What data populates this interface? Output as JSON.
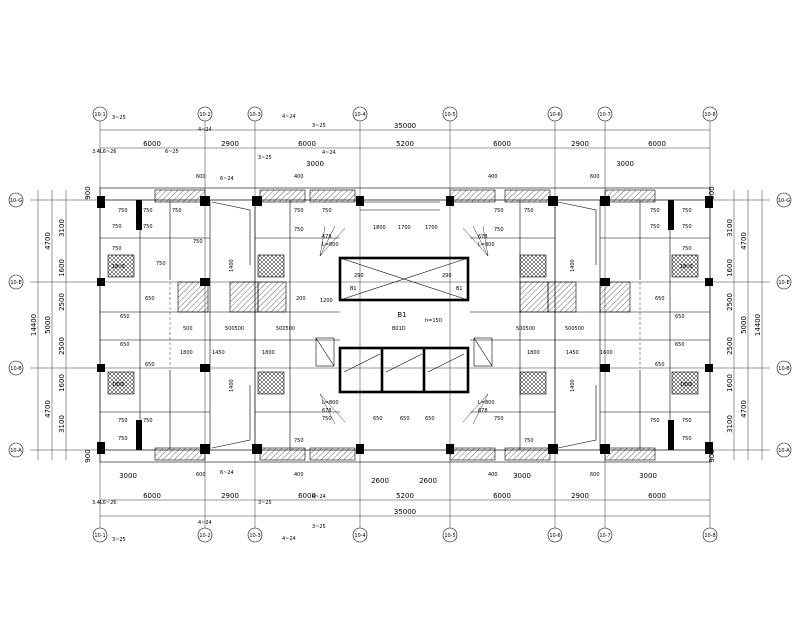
{
  "axes_top": [
    "10-1",
    "10-2",
    "10-3",
    "10-4",
    "10-5",
    "10-6",
    "10-7",
    "10-8"
  ],
  "axes_side": [
    "10-G",
    "10-E",
    "10-B",
    "10-A"
  ],
  "dims_total_h": "35000",
  "dims_top": [
    "6000",
    "2900",
    "6000",
    "5200",
    "6000",
    "2900",
    "6000"
  ],
  "dims_bottom_small": [
    "3000",
    "2600",
    "2600",
    "3000"
  ],
  "dims_side_outer": "14400",
  "dims_side_mid": [
    "4700",
    "5000",
    "4700"
  ],
  "dims_side_inner": [
    "3100",
    "1600",
    "2500",
    "2500",
    "1600",
    "3100"
  ],
  "dims_side_small": [
    "900",
    "900"
  ],
  "beam_notes": {
    "n1": "3~25",
    "n2": "3~25",
    "n3": "4~24",
    "n4": "4~24",
    "n5": "3.4L6~26",
    "n6": "6~25",
    "n7": "3~25",
    "n8": "4~24",
    "n9": "3~25",
    "n10": "4~24",
    "n11": "3.4L6~26",
    "n12": "4~24",
    "n13": "6~24",
    "n14": "6~24"
  },
  "center": {
    "b1": "B1",
    "b1_note": "h=150",
    "b2": "B1",
    "b3": "B1",
    "label_290_left": "290",
    "label_290_right": "290",
    "note_cn": "B01D",
    "dim_1200": "1200"
  },
  "repeat_values": {
    "v750": "750",
    "v650": "650",
    "v500": "500",
    "v1800": "1800",
    "v1450": "1450",
    "v1700": "1700",
    "v3000": "3000",
    "v400": "400",
    "v600": "600",
    "v1400": "1400",
    "v200": "200",
    "v500500": "500500",
    "v1600": "1600",
    "v678": "678",
    "vL800": "L=800"
  }
}
